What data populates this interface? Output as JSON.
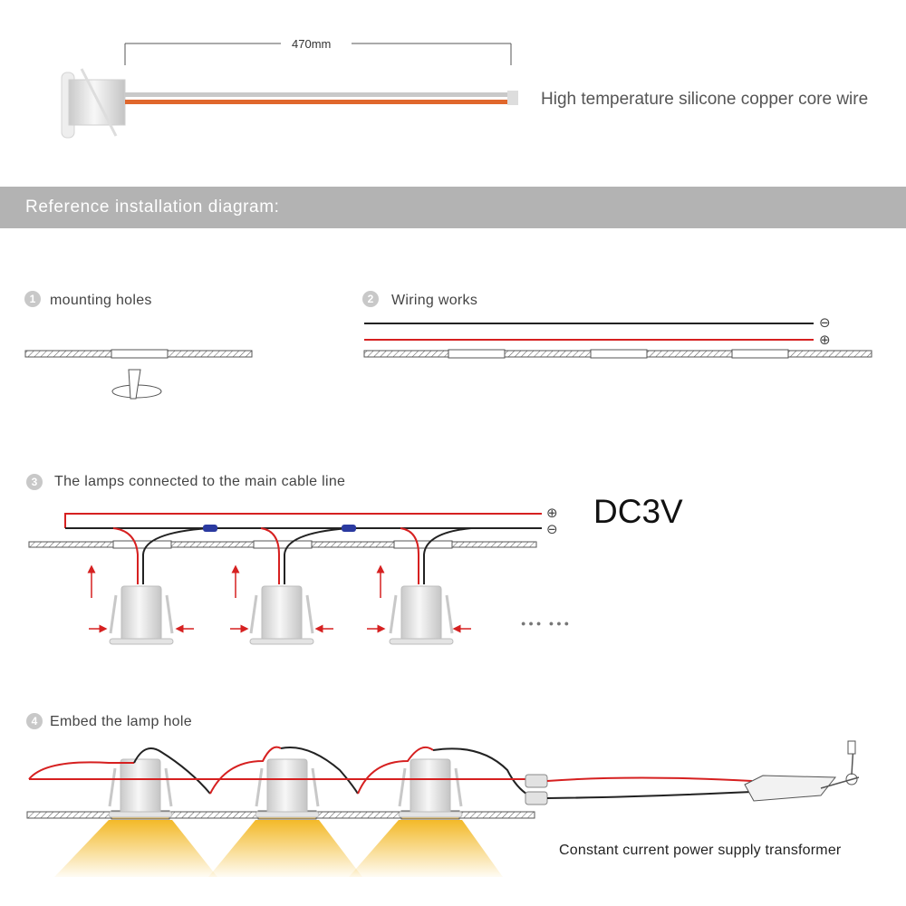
{
  "cable": {
    "length_label": "470mm",
    "description": "High temperature silicone copper core wire"
  },
  "banner": {
    "title": "Reference installation diagram:"
  },
  "steps": [
    {
      "number": "1",
      "label": "mounting holes"
    },
    {
      "number": "2",
      "label": "Wiring works"
    },
    {
      "number": "3",
      "label": "The lamps connected to the main cable line"
    },
    {
      "number": "4",
      "label": "Embed the lamp hole"
    }
  ],
  "polarity": {
    "negative": "−",
    "positive": "+"
  },
  "voltage_label": "DC3V",
  "more_indicator": "●●● ●●●",
  "transformer_label": "Constant current power supply transformer",
  "colors": {
    "banner": "#b3b3b3",
    "positive_wire": "#d62020",
    "negative_wire": "#222222",
    "connector": "#2b3aa0",
    "light_beam": "#f3b928",
    "lamp_body": "#dcdcdc"
  },
  "icons": {
    "lamp": "recessed-spotlight-icon",
    "arrow": "direction-arrow-icon",
    "transformer": "power-supply-icon",
    "connector": "wire-connector-icon"
  }
}
